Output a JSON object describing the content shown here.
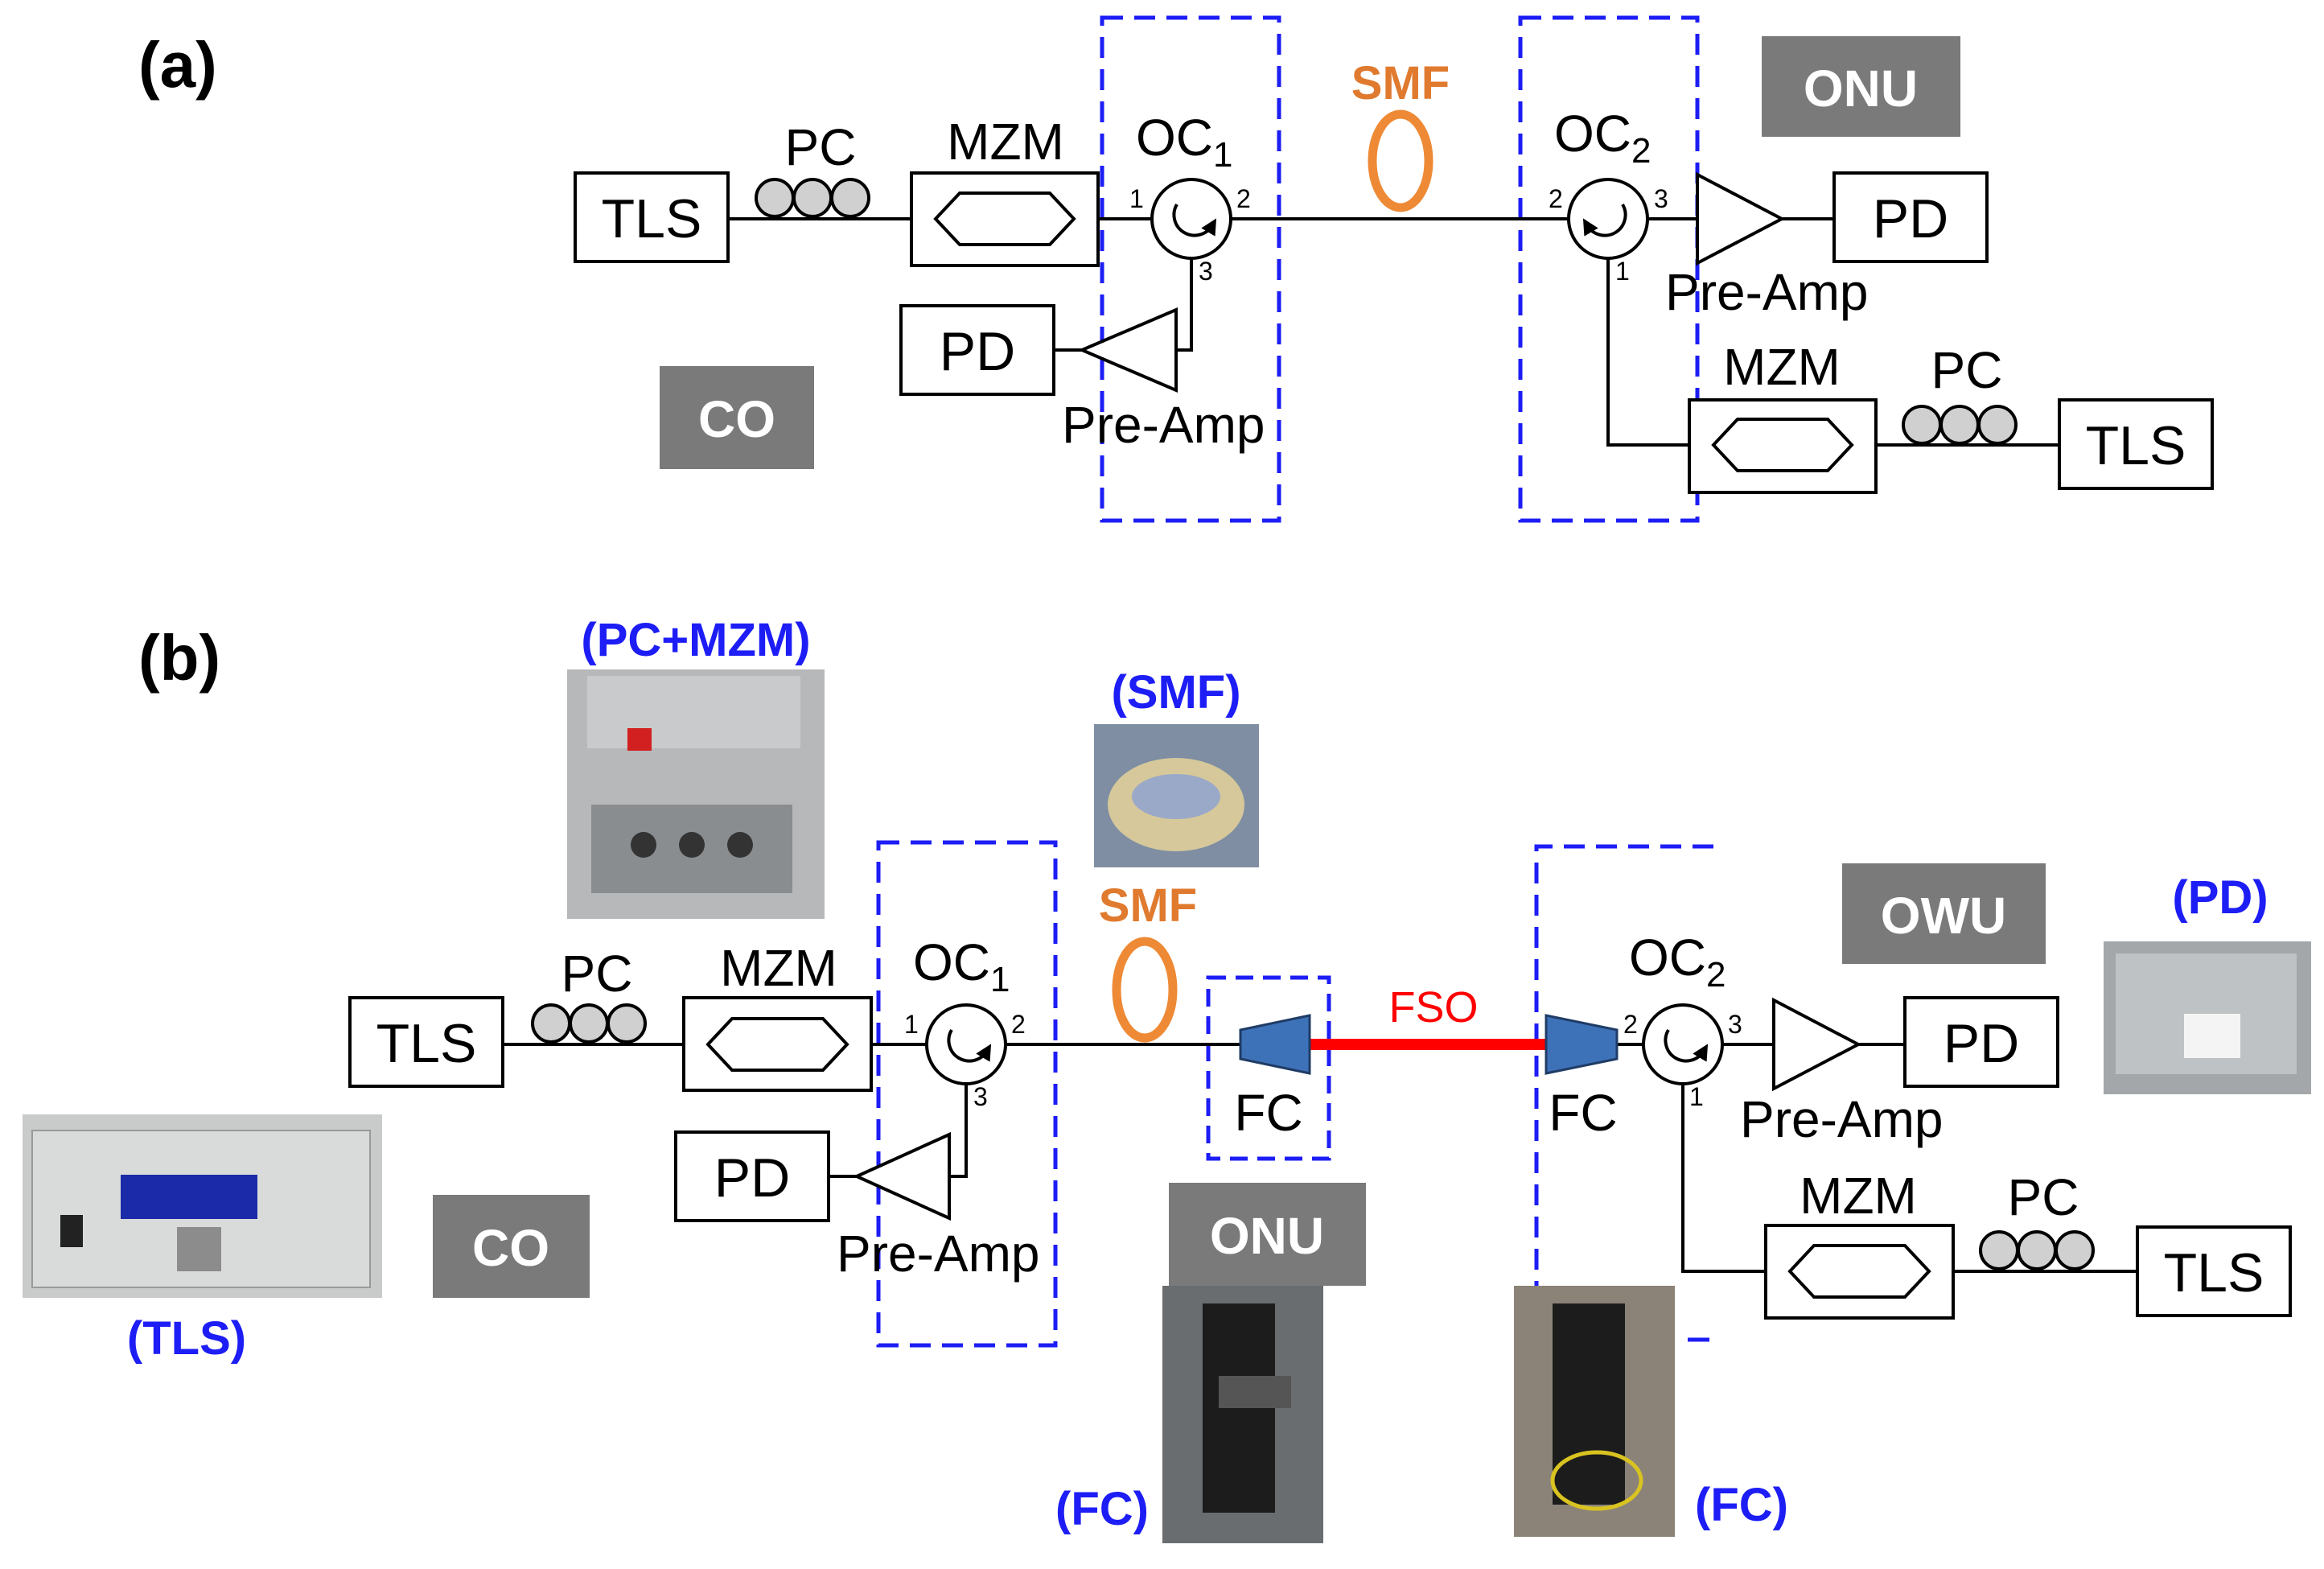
{
  "panel_a": {
    "label": "(a)",
    "tls_left": "TLS",
    "pc_left": "PC",
    "mzm_left": "MZM",
    "oc1_main": "OC",
    "oc1_sub": "1",
    "oc1_port1": "1",
    "oc1_port2": "2",
    "oc1_port3": "3",
    "pd_left": "PD",
    "preamp_left": "Pre-Amp",
    "co": "CO",
    "smf": "SMF",
    "onu": "ONU",
    "oc2_main": "OC",
    "oc2_sub": "2",
    "oc2_port1": "1",
    "oc2_port2": "2",
    "oc2_port3": "3",
    "pd_right": "PD",
    "preamp_right": "Pre-Amp",
    "mzm_right": "MZM",
    "pc_right": "PC",
    "tls_right": "TLS"
  },
  "panel_b": {
    "label": "(b)",
    "tls_left": "TLS",
    "pc_left": "PC",
    "mzm_left": "MZM",
    "oc1_main": "OC",
    "oc1_sub": "1",
    "oc1_port1": "1",
    "oc1_port2": "2",
    "oc1_port3": "3",
    "pd_left": "PD",
    "preamp_left": "Pre-Amp",
    "co": "CO",
    "smf": "SMF",
    "fc_left": "FC",
    "fso": "FSO",
    "fc_right": "FC",
    "onu": "ONU",
    "owu": "OWU",
    "oc2_main": "OC",
    "oc2_sub": "2",
    "oc2_port1": "1",
    "oc2_port2": "2",
    "oc2_port3": "3",
    "pd_right": "PD",
    "preamp_right": "Pre-Amp",
    "mzm_right": "MZM",
    "pc_right": "PC",
    "tls_right": "TLS",
    "photo_captions": {
      "pc_mzm": "(PC+MZM)",
      "smf": "(SMF)",
      "pd": "(PD)",
      "tls": "(TLS)",
      "fc_left": "(FC)",
      "fc_right": "(FC)"
    }
  },
  "colors": {
    "node_fill": "#7a7a7a",
    "dashed_border": "#1d1df5",
    "smf_coil": "#ee8a35",
    "fso_beam": "#ff0000",
    "collimator": "#3e72b8",
    "caption": "#1d1df5"
  }
}
